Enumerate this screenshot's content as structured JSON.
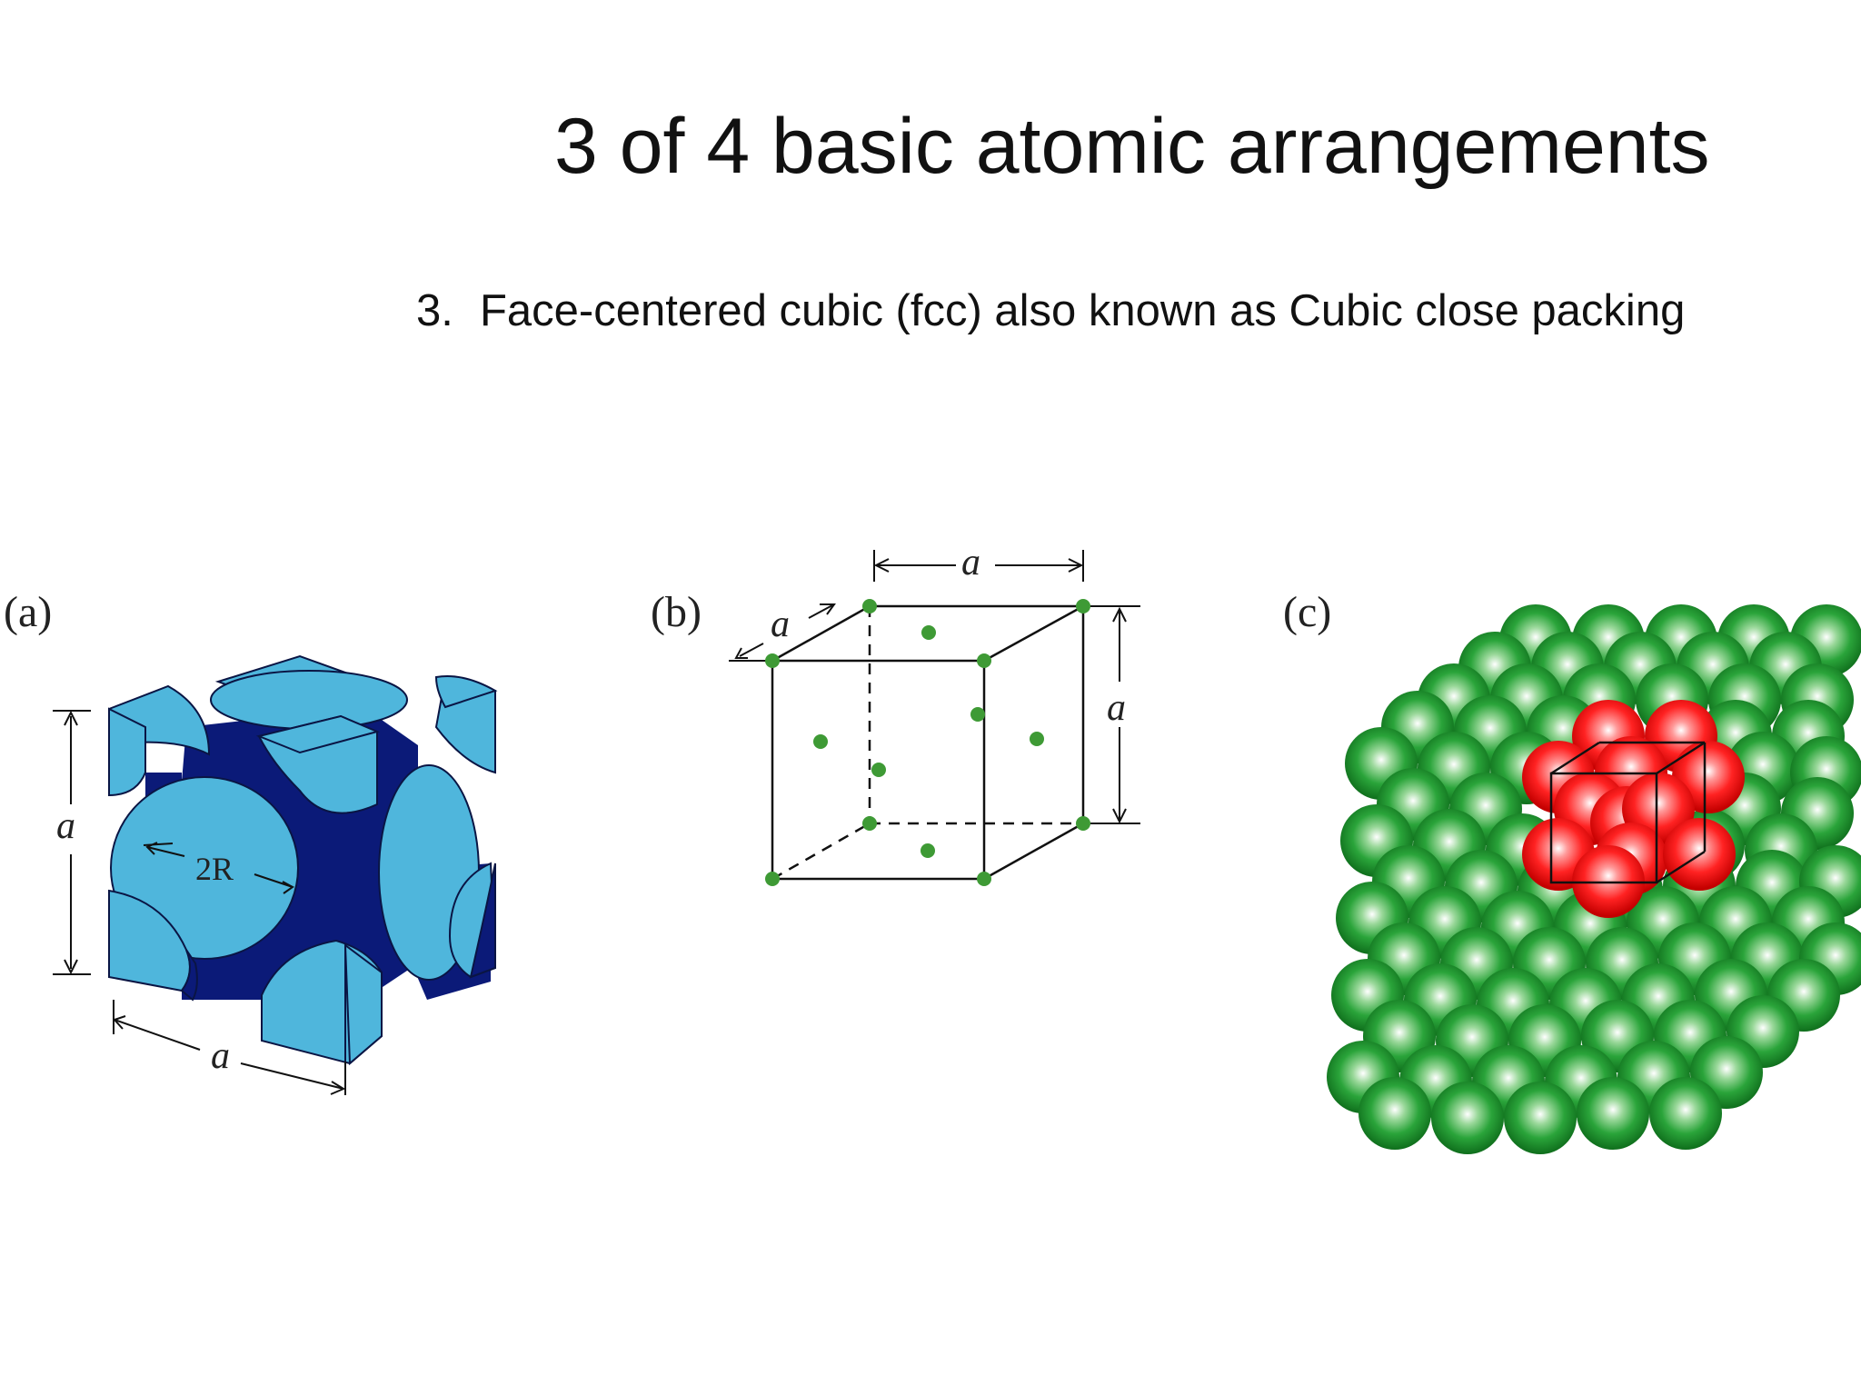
{
  "slide": {
    "title": "3 of 4 basic atomic arrangements",
    "subtitle_number": "3.",
    "subtitle_text": "Face-centered cubic (fcc) also known as Cubic close packing"
  },
  "figures": {
    "a": {
      "panel_label": "(a)",
      "edge_label_vertical": "a",
      "edge_label_bottom": "a",
      "radius_label": "2R"
    },
    "b": {
      "panel_label": "(b)",
      "edge_label_top": "a",
      "edge_label_depth": "a",
      "edge_label_right": "a"
    },
    "c": {
      "panel_label": "(c)"
    }
  },
  "colors": {
    "atom_face": "#4fb6dc",
    "atom_shadow": "#0b1a78",
    "lattice_point": "#3e9a35",
    "sphere_green": "#1e9a2c",
    "sphere_red": "#ff1a1a"
  }
}
